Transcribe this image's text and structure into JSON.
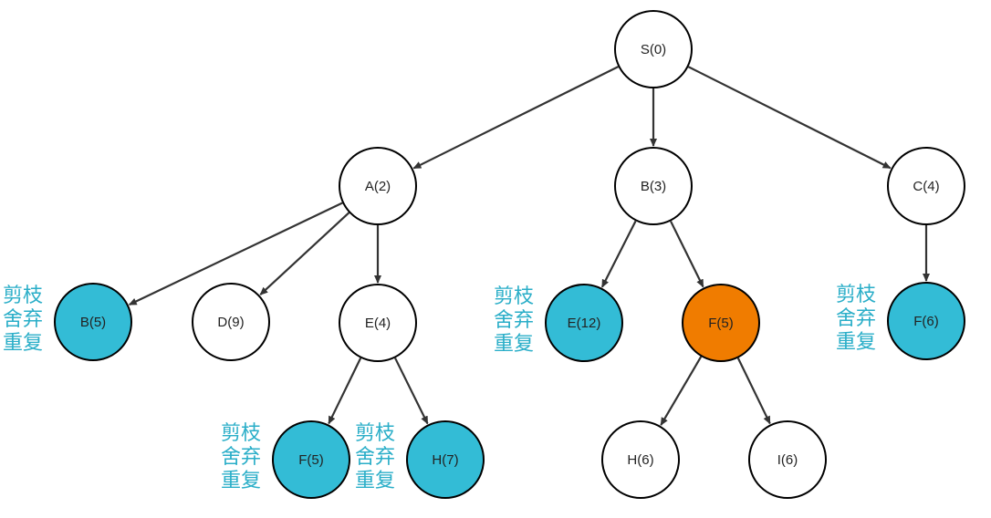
{
  "colors": {
    "pruned_fill": "#33bcd6",
    "selected_fill": "#f07c00",
    "default_fill": "#ffffff",
    "note_text": "#2aaec8",
    "edge": "#333333"
  },
  "nodes": [
    {
      "id": "S",
      "label": "S(0)",
      "state": "default"
    },
    {
      "id": "A",
      "label": "A(2)",
      "state": "default"
    },
    {
      "id": "B",
      "label": "B(3)",
      "state": "default"
    },
    {
      "id": "C",
      "label": "C(4)",
      "state": "default"
    },
    {
      "id": "A_B",
      "label": "B(5)",
      "state": "pruned"
    },
    {
      "id": "A_D",
      "label": "D(9)",
      "state": "default"
    },
    {
      "id": "A_E",
      "label": "E(4)",
      "state": "default"
    },
    {
      "id": "B_E",
      "label": "E(12)",
      "state": "pruned"
    },
    {
      "id": "B_F",
      "label": "F(5)",
      "state": "selected"
    },
    {
      "id": "C_F",
      "label": "F(6)",
      "state": "pruned"
    },
    {
      "id": "E_F",
      "label": "F(5)",
      "state": "pruned"
    },
    {
      "id": "E_H",
      "label": "H(7)",
      "state": "pruned"
    },
    {
      "id": "F_H",
      "label": "H(6)",
      "state": "default"
    },
    {
      "id": "F_I",
      "label": "I(6)",
      "state": "default"
    }
  ],
  "edges": [
    {
      "from": "S",
      "to": "A"
    },
    {
      "from": "S",
      "to": "B"
    },
    {
      "from": "S",
      "to": "C"
    },
    {
      "from": "A",
      "to": "A_B"
    },
    {
      "from": "A",
      "to": "A_D"
    },
    {
      "from": "A",
      "to": "A_E"
    },
    {
      "from": "B",
      "to": "B_E"
    },
    {
      "from": "B",
      "to": "B_F"
    },
    {
      "from": "C",
      "to": "C_F"
    },
    {
      "from": "A_E",
      "to": "E_F"
    },
    {
      "from": "A_E",
      "to": "E_H"
    },
    {
      "from": "B_F",
      "to": "F_H"
    },
    {
      "from": "B_F",
      "to": "F_I"
    }
  ],
  "notes": [
    {
      "for": "A_B",
      "text": "剪枝\n舍弃\n重复"
    },
    {
      "for": "B_E",
      "text": "剪枝\n舍弃\n重复"
    },
    {
      "for": "C_F",
      "text": "剪枝\n舍弃\n重复"
    },
    {
      "for": "E_F",
      "text": "剪枝\n舍弃\n重复"
    },
    {
      "for": "E_H",
      "text": "剪枝\n舍弃\n重复"
    }
  ]
}
